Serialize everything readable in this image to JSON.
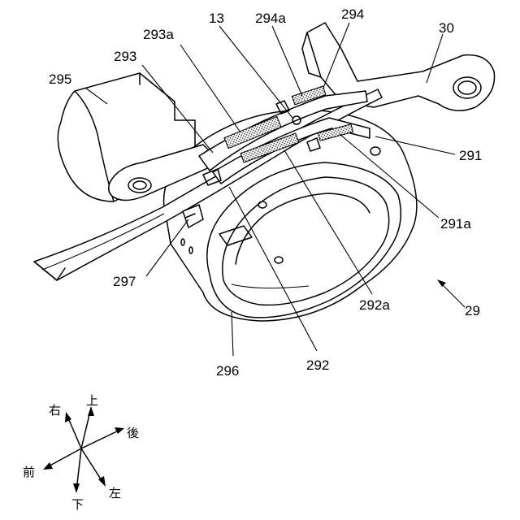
{
  "labels": {
    "l295": "295",
    "l293": "293",
    "l293a": "293a",
    "l13": "13",
    "l294a": "294a",
    "l294": "294",
    "l30": "30",
    "l291": "291",
    "l291a": "291a",
    "l297": "297",
    "l292a": "292a",
    "l29": "29",
    "l296": "296",
    "l292": "292"
  },
  "directions": {
    "up": "上",
    "right": "右",
    "back": "後",
    "front": "前",
    "down": "下",
    "left": "左"
  }
}
